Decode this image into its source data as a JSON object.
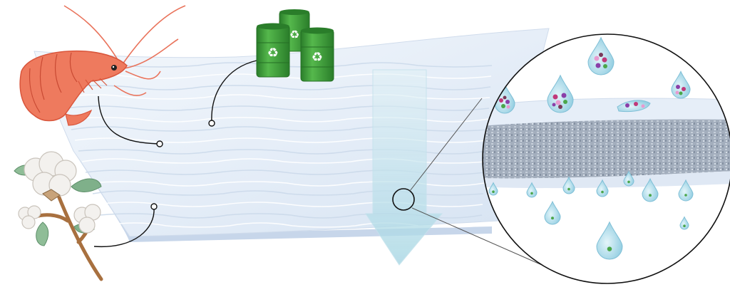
{
  "diagram": {
    "texts": [],
    "sources": [
      {
        "name": "shrimp",
        "icon": "shrimp-icon"
      },
      {
        "name": "recycled-oil-barrels",
        "icon": "recycle-barrel-icon"
      },
      {
        "name": "cotton-plant",
        "icon": "cotton-icon"
      }
    ],
    "components": {
      "membrane": "wavy-filter-sheet",
      "flow_arrow": "down-arrow",
      "magnifier": "zoom-circle"
    }
  },
  "colors": {
    "membrane": "#e3ecf7",
    "membrane_edge": "#c9d8ec",
    "arrow": "#b7dfe9",
    "shrimp": "#ee7a5e",
    "shrimp_dark": "#d9563c",
    "barrel": "#3fa33a",
    "barrel_dark": "#2a7d2a",
    "cotton_leaf": "#7fb08a",
    "cotton_stem": "#b07a4a",
    "filter_layer": "#9eaab9",
    "droplet": "#a9d8e8",
    "particle_colors": [
      "#c0397a",
      "#8a3fa8",
      "#e89ad0",
      "#4aa64a",
      "#7a3a5a"
    ]
  }
}
